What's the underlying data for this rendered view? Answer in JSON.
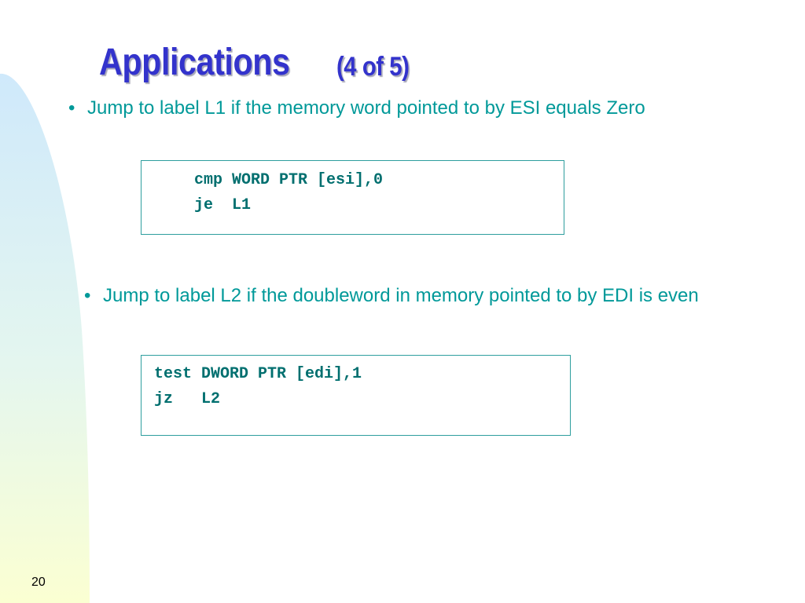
{
  "slide": {
    "title": "Applications",
    "subtitle": "(4 of 5)",
    "number": "20"
  },
  "bullets": [
    {
      "marker": "•",
      "text": "Jump to label L1 if the memory word pointed to by ESI equals Zero",
      "code": [
        "cmp WORD PTR [esi],0",
        "je  L1"
      ]
    },
    {
      "marker": "•",
      "text": "Jump to label L2 if the doubleword in memory pointed to by EDI is even",
      "code": [
        "test DWORD PTR [edi],1",
        "jz   L2"
      ]
    }
  ],
  "colors": {
    "title": "#3333cc",
    "bullet_text": "#009999",
    "code_text": "#006f6f",
    "code_border": "#2e9e9e",
    "background_gradient_top": "#cfe9fb",
    "background_gradient_bottom": "#fbffd2"
  }
}
